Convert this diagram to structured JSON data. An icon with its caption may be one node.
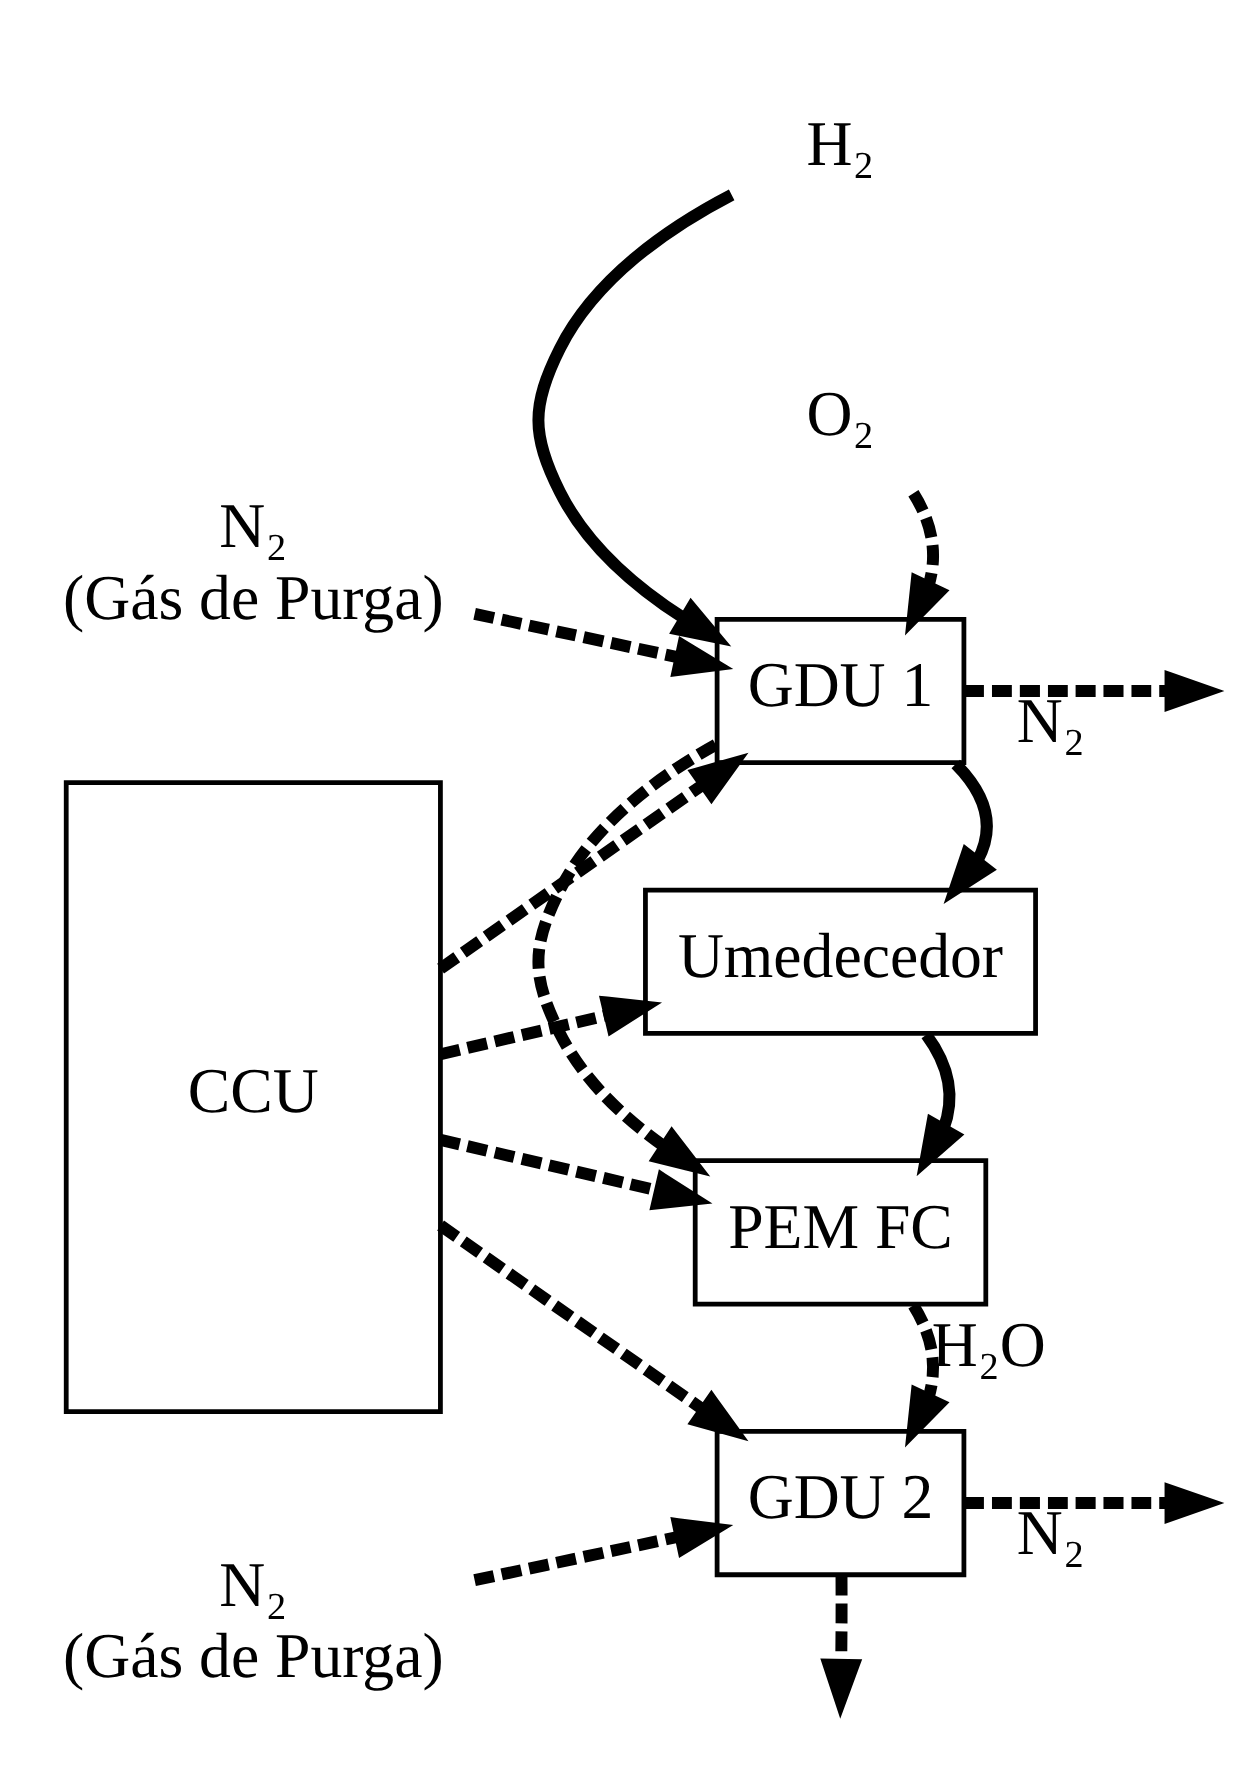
{
  "diagram": {
    "nodes": [
      {
        "text": [
          "H₂"
        ]
      },
      {
        "text": [
          "O₂"
        ]
      },
      {
        "text": [
          "N₂",
          "(Gás de Purga)"
        ]
      },
      {
        "text": [
          "GDU 1"
        ]
      },
      {
        "text": [
          "CCU"
        ]
      },
      {
        "text": [
          "Umedecedor"
        ]
      },
      {
        "text": [
          "PEM FC"
        ]
      },
      {
        "text": [
          "GDU 2"
        ]
      },
      {
        "text": [
          "N₂",
          "(Gás de Purga)"
        ]
      }
    ],
    "edges": [
      {
        "from": 0,
        "to": 3,
        "arrow": "to"
      },
      {
        "from": 1,
        "to": 3,
        "arrow": "to",
        "style": "dashed"
      },
      {
        "from": 2,
        "to": 3,
        "arrow": "to",
        "style": "dashed"
      },
      {
        "from": 3,
        "to": null,
        "arrow": "to",
        "style": "dashed",
        "label": "N₂"
      },
      {
        "from": 4,
        "to": 3,
        "arrow": "to",
        "style": "dashed"
      },
      {
        "from": 3,
        "to": 5,
        "arrow": "to"
      },
      {
        "from": 3,
        "to": 6,
        "arrow": "to",
        "style": "dashed"
      },
      {
        "from": 4,
        "to": 5,
        "arrow": "to",
        "style": "dashed"
      },
      {
        "from": 5,
        "to": 6,
        "arrow": "to"
      },
      {
        "from": 4,
        "to": 6,
        "arrow": "to",
        "style": "dashed"
      },
      {
        "from": 6,
        "to": 7,
        "arrow": "to",
        "style": "dashed",
        "label": "H₂O"
      },
      {
        "from": 4,
        "to": 7,
        "arrow": "to",
        "style": "dashed"
      },
      {
        "from": 8,
        "to": 7,
        "arrow": "to",
        "style": "dashed"
      },
      {
        "from": 7,
        "to": null,
        "arrow": "to",
        "style": "dashed",
        "label": "N₂"
      },
      {
        "from": 7,
        "to": null,
        "arrow": "to",
        "style": "dashed"
      }
    ]
  }
}
